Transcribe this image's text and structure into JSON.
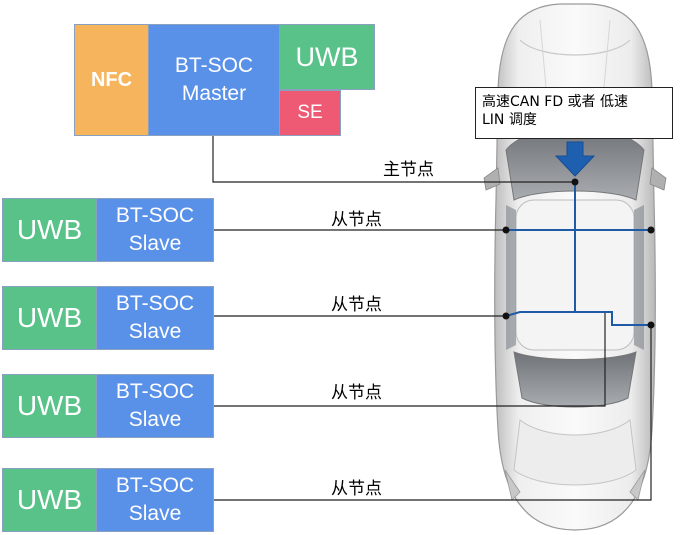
{
  "master_unit": {
    "nfc": "NFC",
    "bt_soc_line1": "BT-SOC",
    "bt_soc_line2": "Master",
    "uwb": "UWB",
    "se": "SE"
  },
  "slave_units": [
    {
      "uwb": "UWB",
      "bt_soc_line1": "BT-SOC",
      "bt_soc_line2": "Slave",
      "node_label": "从节点"
    },
    {
      "uwb": "UWB",
      "bt_soc_line1": "BT-SOC",
      "bt_soc_line2": "Slave",
      "node_label": "从节点"
    },
    {
      "uwb": "UWB",
      "bt_soc_line1": "BT-SOC",
      "bt_soc_line2": "Slave",
      "node_label": "从节点"
    },
    {
      "uwb": "UWB",
      "bt_soc_line1": "BT-SOC",
      "bt_soc_line2": "Slave",
      "node_label": "从节点"
    }
  ],
  "master_node_label": "主节点",
  "bus_note": {
    "line1": "高速CAN FD 或者 低速",
    "line2": "LIN 调度"
  },
  "colors": {
    "nfc": "#f6b45c",
    "bt_soc": "#5a91e8",
    "uwb": "#58c289",
    "se": "#ee5a73",
    "bus": "#1f5aa6",
    "arrow": "#1f5fb0"
  }
}
